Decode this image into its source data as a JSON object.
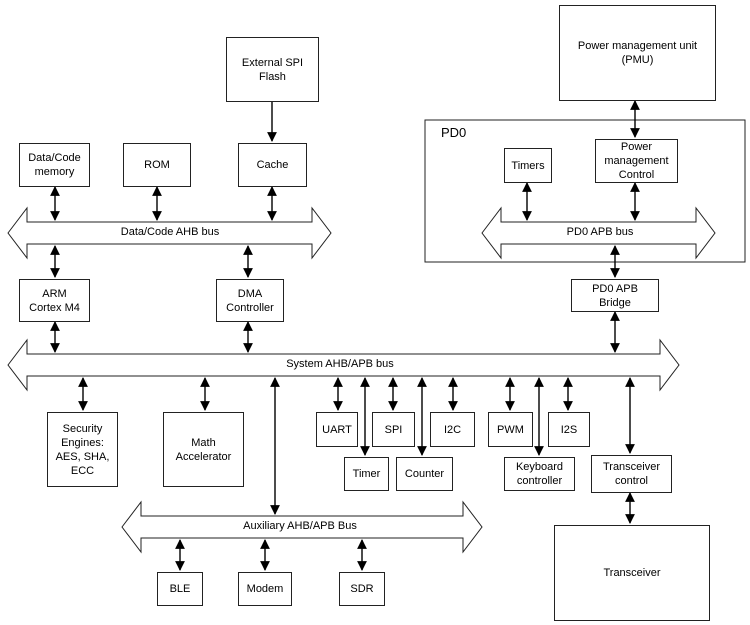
{
  "blocks": {
    "ext_spi_flash": "External SPI\nFlash",
    "pmu": "Power management unit\n(PMU)",
    "data_code_memory": "Data/Code\nmemory",
    "rom": "ROM",
    "cache": "Cache",
    "timers": "Timers",
    "power_mgmt_control": "Power\nmanagement\nControl",
    "arm": "ARM\nCortex M4",
    "dma": "DMA\nController",
    "pd0_apb_bridge": "PD0 APB\nBridge",
    "security": "Security\nEngines:\nAES, SHA,\nECC",
    "math": "Math\nAccelerator",
    "uart": "UART",
    "spi": "SPI",
    "i2c": "I2C",
    "pwm": "PWM",
    "i2s": "I2S",
    "timer": "Timer",
    "counter": "Counter",
    "keyboard": "Keyboard\ncontroller",
    "transceiver_control": "Transceiver\ncontrol",
    "ble": "BLE",
    "modem": "Modem",
    "sdr": "SDR",
    "transceiver": "Transceiver"
  },
  "buses": {
    "data_code_ahb": "Data/Code AHB bus",
    "pd0_apb": "PD0 APB bus",
    "system_ahb_apb": "System AHB/APB bus",
    "auxiliary_ahb_apb": "Auxiliary AHB/APB Bus"
  },
  "regions": {
    "pd0": "PD0"
  }
}
